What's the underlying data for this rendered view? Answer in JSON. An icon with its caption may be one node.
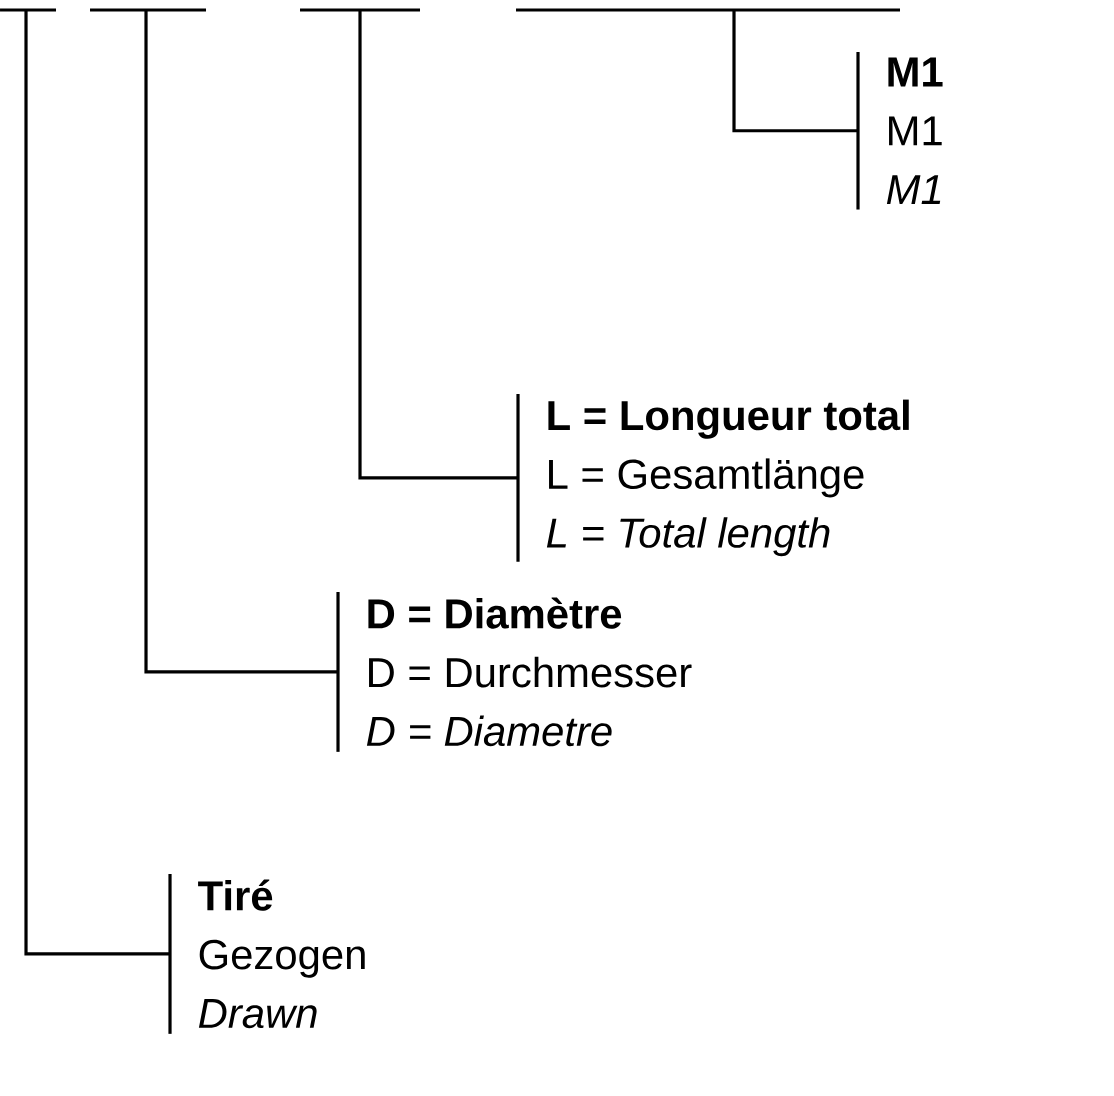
{
  "diagram": {
    "nodes": [
      {
        "text": [
          "M1",
          "M1",
          "M1"
        ]
      },
      {
        "text": [
          "L = Longueur total",
          "L = Gesamtlänge",
          "L = Total length"
        ]
      },
      {
        "text": [
          "D = Diamètre",
          "D = Durchmesser",
          "D = Diametre"
        ]
      },
      {
        "text": [
          "Tiré",
          "Gezogen",
          "Drawn"
        ]
      }
    ],
    "edges": [
      {
        "from": 0,
        "to": null,
        "arrow": "none"
      },
      {
        "from": 1,
        "to": null,
        "arrow": "none"
      },
      {
        "from": 2,
        "to": null,
        "arrow": "none"
      },
      {
        "from": 3,
        "to": null,
        "arrow": "none"
      }
    ]
  }
}
